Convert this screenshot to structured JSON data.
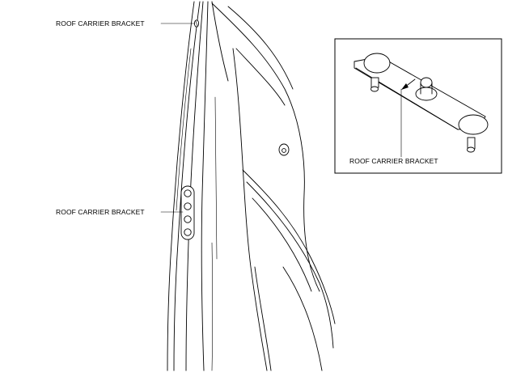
{
  "figure": {
    "labels": {
      "top_bracket": "ROOF CARRIER BRACKET",
      "middle_bracket": "ROOF CARRIER BRACKET",
      "inset_bracket": "ROOF CARRIER BRACKET"
    },
    "icons": [
      "roof-outline-illustration",
      "roof-carrier-bracket-detail-illustration",
      "arrow-icon"
    ]
  }
}
